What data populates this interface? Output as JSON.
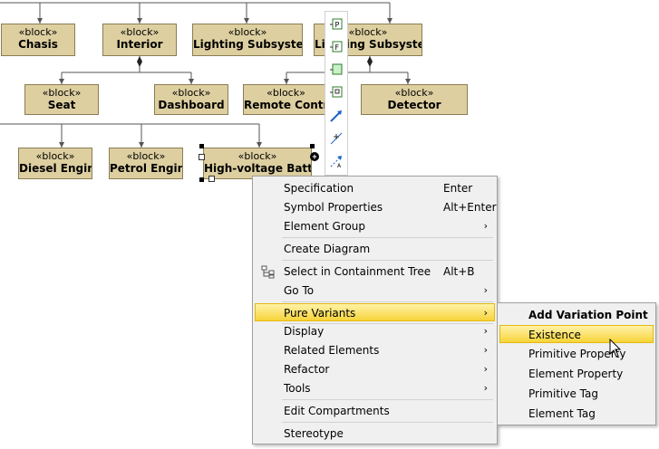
{
  "diagram": {
    "stereotype": "«block»",
    "blocks": [
      {
        "id": "chasis",
        "name": "Chasis"
      },
      {
        "id": "interior",
        "name": "Interior"
      },
      {
        "id": "lighting1",
        "name": "Lighting Subsystem"
      },
      {
        "id": "lighting2",
        "name": "Lighting Subsystem"
      },
      {
        "id": "seat",
        "name": "Seat"
      },
      {
        "id": "dashboard",
        "name": "Dashboard"
      },
      {
        "id": "remote",
        "name": "Remote Control"
      },
      {
        "id": "detector",
        "name": "Detector"
      },
      {
        "id": "diesel",
        "name": "Diesel Engine"
      },
      {
        "id": "petrol",
        "name": "Petrol Engine"
      },
      {
        "id": "battery",
        "name": "High-voltage Battery"
      }
    ]
  },
  "toolbar": {
    "icons": [
      "part-property-icon",
      "flow-property-icon",
      "compartment-icon",
      "reference-icon",
      "directed-association-icon",
      "anchor-icon",
      "dependency-icon"
    ]
  },
  "context_menu": {
    "items": [
      {
        "label": "Specification",
        "shortcut": "Enter"
      },
      {
        "label": "Symbol Properties",
        "shortcut": "Alt+Enter"
      },
      {
        "label": "Element Group",
        "arrow": "›"
      },
      {
        "label": "Create Diagram"
      },
      {
        "label": "Select in Containment Tree",
        "shortcut": "Alt+B"
      },
      {
        "label": "Go To",
        "arrow": "›"
      },
      {
        "label": "Pure Variants",
        "arrow": "›"
      },
      {
        "label": "Display",
        "arrow": "›"
      },
      {
        "label": "Related Elements",
        "arrow": "›"
      },
      {
        "label": "Refactor",
        "arrow": "›"
      },
      {
        "label": "Tools",
        "arrow": "›"
      },
      {
        "label": "Edit Compartments"
      },
      {
        "label": "Stereotype"
      }
    ]
  },
  "submenu": {
    "header": "Add Variation Point",
    "items": [
      {
        "label": "Existence"
      },
      {
        "label": "Primitive Property"
      },
      {
        "label": "Element Property"
      },
      {
        "label": "Primitive Tag"
      },
      {
        "label": "Element Tag"
      }
    ]
  }
}
